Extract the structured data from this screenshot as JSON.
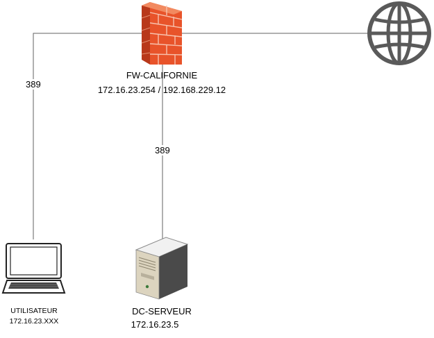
{
  "nodes": {
    "firewall": {
      "name": "FW-CALIFORNIE",
      "ip": "172.16.23.254 / 192.168.229.12",
      "icon": "firewall-icon"
    },
    "internet": {
      "icon": "globe-icon"
    },
    "user": {
      "name": "UTILISATEUR",
      "ip": "172.16.23.XXX",
      "icon": "laptop-icon"
    },
    "server": {
      "name": "DC-SERVEUR",
      "ip": "172.16.23.5",
      "icon": "server-icon"
    }
  },
  "links": {
    "user_to_firewall": {
      "port": "389"
    },
    "server_to_firewall": {
      "port": "389"
    }
  },
  "colors": {
    "firewall_brick": "#e8532a",
    "firewall_mortar": "#f7c2ae",
    "globe": "#5a5a5a",
    "line": "#606060"
  }
}
